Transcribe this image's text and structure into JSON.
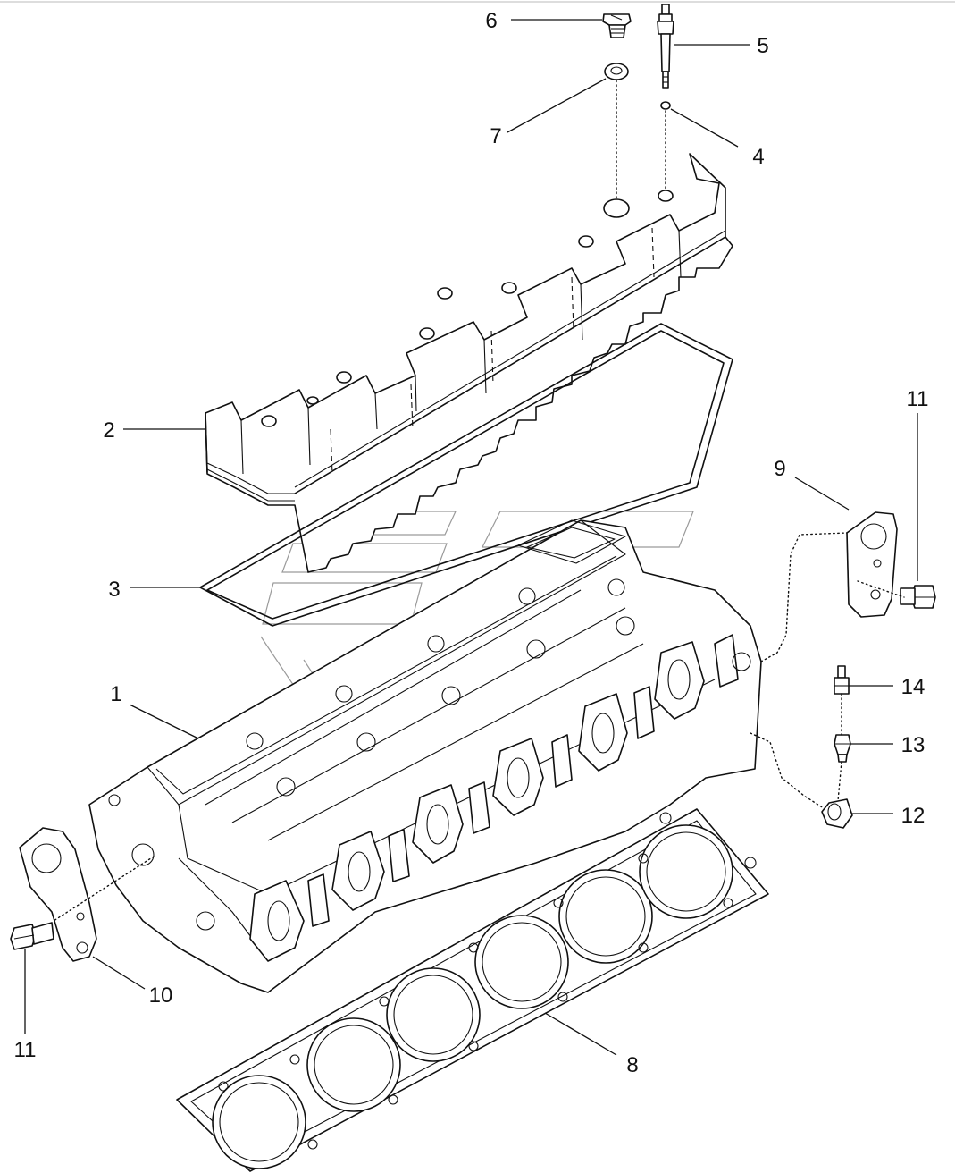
{
  "diagram": {
    "callouts": [
      {
        "id": "c6",
        "text": "6"
      },
      {
        "id": "c5",
        "text": "5"
      },
      {
        "id": "c7",
        "text": "7"
      },
      {
        "id": "c4",
        "text": "4"
      },
      {
        "id": "c2",
        "text": "2"
      },
      {
        "id": "c11a",
        "text": "11"
      },
      {
        "id": "c9",
        "text": "9"
      },
      {
        "id": "c3",
        "text": "3"
      },
      {
        "id": "c1",
        "text": "1"
      },
      {
        "id": "c14",
        "text": "14"
      },
      {
        "id": "c13",
        "text": "13"
      },
      {
        "id": "c12",
        "text": "12"
      },
      {
        "id": "c10",
        "text": "10"
      },
      {
        "id": "c11b",
        "text": "11"
      },
      {
        "id": "c8",
        "text": "8"
      }
    ]
  }
}
